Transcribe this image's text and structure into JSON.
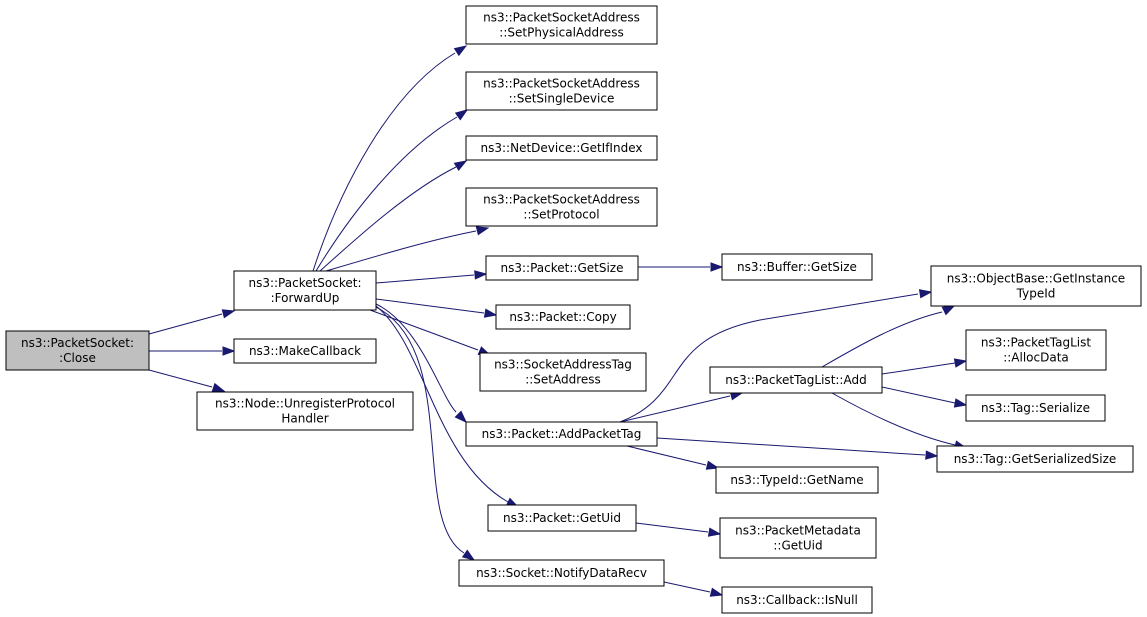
{
  "colors": {
    "edge": "#191970",
    "root_fill": "#bfbfbf",
    "node_fill": "#ffffff",
    "node_border": "#000000"
  },
  "nodes": {
    "close": [
      "ns3::PacketSocket:",
      ":Close"
    ],
    "forwardup": [
      "ns3::PacketSocket:",
      ":ForwardUp"
    ],
    "makecallback": [
      "ns3::MakeCallback"
    ],
    "unregister": [
      "ns3::Node::UnregisterProtocol",
      "Handler"
    ],
    "setphysical": [
      "ns3::PacketSocketAddress",
      "::SetPhysicalAddress"
    ],
    "setsingle": [
      "ns3::PacketSocketAddress",
      "::SetSingleDevice"
    ],
    "getifindex": [
      "ns3::NetDevice::GetIfIndex"
    ],
    "setprotocol": [
      "ns3::PacketSocketAddress",
      "::SetProtocol"
    ],
    "pktgetsize": [
      "ns3::Packet::GetSize"
    ],
    "bufgetsize": [
      "ns3::Buffer::GetSize"
    ],
    "pktcopy": [
      "ns3::Packet::Copy"
    ],
    "setaddress": [
      "ns3::SocketAddressTag",
      "::SetAddress"
    ],
    "addpackettag": [
      "ns3::Packet::AddPacketTag"
    ],
    "getuid": [
      "ns3::Packet::GetUid"
    ],
    "notify": [
      "ns3::Socket::NotifyDataRecv"
    ],
    "getinstance": [
      "ns3::ObjectBase::GetInstance",
      "TypeId"
    ],
    "allocdata": [
      "ns3::PacketTagList",
      "::AllocData"
    ],
    "ptladd": [
      "ns3::PacketTagList::Add"
    ],
    "serialize": [
      "ns3::Tag::Serialize"
    ],
    "getserializedsize": [
      "ns3::Tag::GetSerializedSize"
    ],
    "getname": [
      "ns3::TypeId::GetName"
    ],
    "metagetuid": [
      "ns3::PacketMetadata",
      "::GetUid"
    ],
    "isnull": [
      "ns3::Callback::IsNull"
    ]
  }
}
